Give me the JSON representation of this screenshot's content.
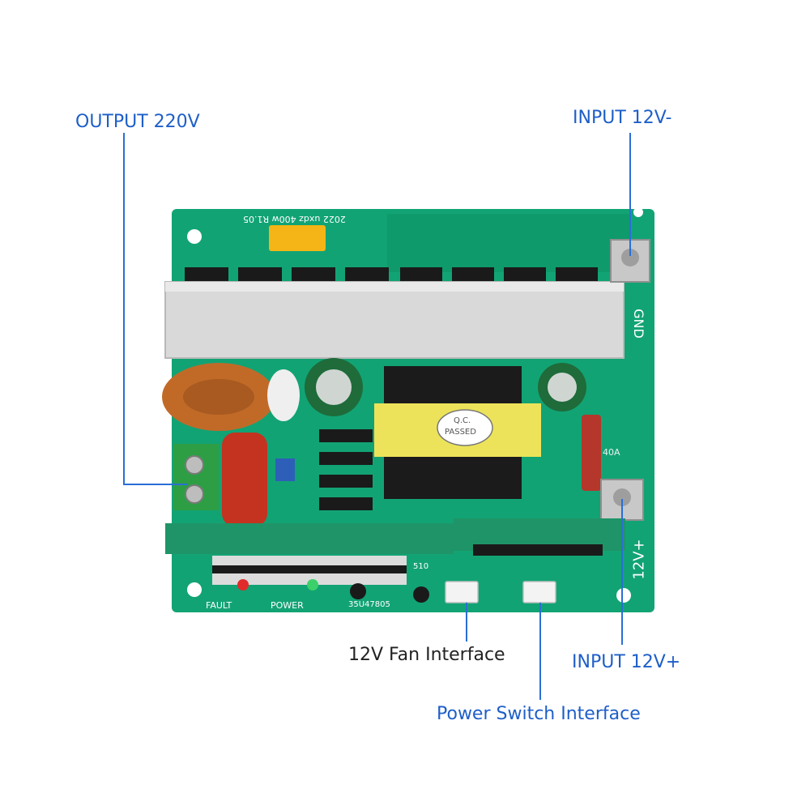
{
  "labels": {
    "output": "OUTPUT 220V",
    "input_neg": "INPUT 12V-",
    "input_pos": "INPUT 12V+",
    "fan": "12V Fan Interface",
    "switch": "Power Switch Interface"
  },
  "board": {
    "header": "2022 uxdz 400w R1.05",
    "qc_line1": "Q.C.",
    "qc_line2": "PASSED",
    "gnd": "GND",
    "v12": "12V+",
    "fault": "FAULT",
    "power": "POWER",
    "fuse": "40A",
    "chip": "35U47805",
    "r510": "510"
  },
  "colors": {
    "label": "#1e5fc8",
    "pcb": "#12a374",
    "heatsink": "#d9d9d9",
    "transformer": "#ece35a",
    "capacitor": "#c4331f",
    "coil": "#c16a28"
  }
}
